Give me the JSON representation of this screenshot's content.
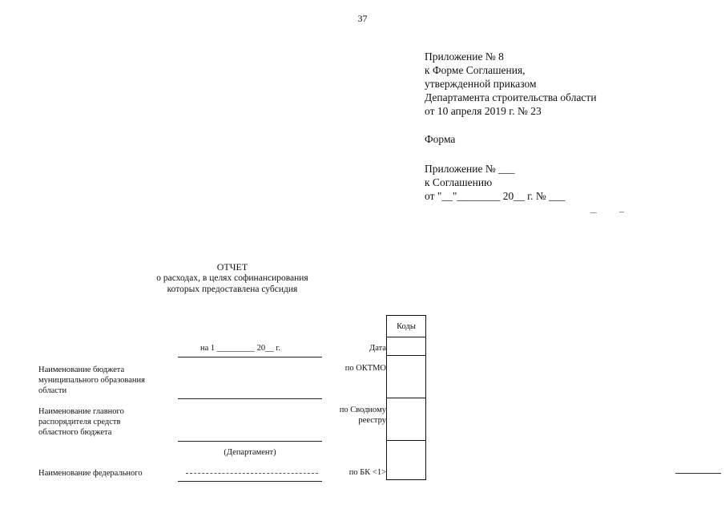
{
  "page_number": "37",
  "appendix": {
    "lines": [
      "Приложение № 8",
      "к Форме Соглашения,",
      "утвержденной приказом",
      "Департамента строительства области",
      "от 10 апреля 2019 г. № 23"
    ]
  },
  "forma_label": "Форма",
  "annex": {
    "lines": [
      "Приложение № ___",
      "к Соглашению",
      "от \"__\"________ 20__ г. № ___"
    ]
  },
  "report": {
    "title": "ОТЧЕТ",
    "subtitle_1": "о расходах, в целях софинансирования",
    "subtitle_2": "которых предоставлена субсидия"
  },
  "date_line": "на 1 _________ 20__ г.",
  "codes_header": "Коды",
  "right_labels": {
    "date": "Дата",
    "oktmo": "по ОКТМО",
    "registry_1": "по Сводному",
    "registry_2": "реестру",
    "bk": "по БК <1>"
  },
  "left_labels": {
    "budget_1": "Наименование бюджета",
    "budget_2": "муниципального образования",
    "budget_3": "области",
    "manager_1": "Наименование главного",
    "manager_2": "распорядителя средств",
    "manager_3": "областного бюджета",
    "federal": "Наименование федерального"
  },
  "department_caption": "(Департамент)"
}
